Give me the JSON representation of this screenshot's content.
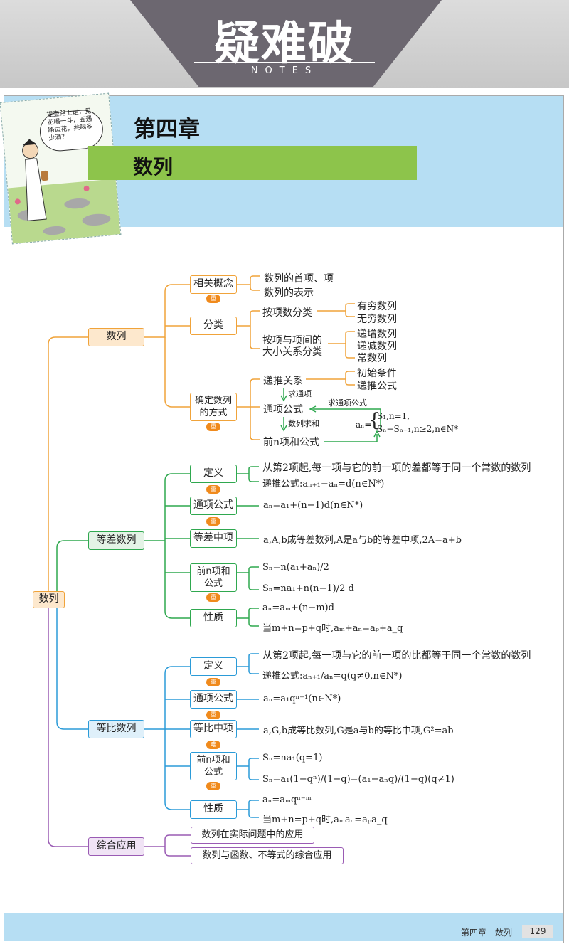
{
  "header": {
    "title": "疑难破",
    "subtitle": "NOTES"
  },
  "chapter": {
    "number": "第四章",
    "title": "数列"
  },
  "cartoon": {
    "speech": "提壶路上走，见花喝一斗，五遇路边花，共喝多少酒？"
  },
  "badges": {
    "important": "重",
    "hard": "难"
  },
  "root": "数列",
  "b1": {
    "label": "数列",
    "c1": {
      "label": "相关概念",
      "i1": "数列的首项、项",
      "i2": "数列的表示"
    },
    "c2": {
      "label": "分类",
      "a": "按项数分类",
      "a1": "有穷数列",
      "a2": "无穷数列",
      "b": "按项与项间的",
      "b_2": "大小关系分类",
      "b1": "递增数列",
      "b2": "递减数列",
      "b3": "常数列"
    },
    "c3": {
      "label1": "确定数列",
      "label2": "的方式",
      "r1": "递推关系",
      "r1a": "初始条件",
      "r1b": "递推公式",
      "arrow1": "求通项",
      "r2": "通项公式",
      "arrow2": "数列求和",
      "back": "求通项公式",
      "r3": "前n项和公式",
      "an": "aₙ=",
      "f1": "S₁,n=1,",
      "f2": "Sₙ−Sₙ₋₁,n≥2,n∈N*"
    }
  },
  "b2": {
    "label": "等差数列",
    "c1": {
      "label": "定义",
      "t1": "从第2项起,每一项与它的前一项的差都等于同一个常数的数列",
      "t2": "递推公式:aₙ₊₁−aₙ=d(n∈N*)"
    },
    "c2": {
      "label": "通项公式",
      "t": "aₙ=a₁+(n−1)d(n∈N*)"
    },
    "c3": {
      "label": "等差中项",
      "t": "a,A,b成等差数列,A是a与b的等差中项,2A=a+b"
    },
    "c4": {
      "label1": "前n项和",
      "label2": "公式",
      "f1": "Sₙ=n(a₁+aₙ)/2",
      "f2": "Sₙ=na₁+n(n−1)/2 d"
    },
    "c5": {
      "label": "性质",
      "t1": "aₙ=aₘ+(n−m)d",
      "t2": "当m+n=p+q时,aₘ+aₙ=aₚ+a_q"
    }
  },
  "b3": {
    "label": "等比数列",
    "c1": {
      "label": "定义",
      "t1": "从第2项起,每一项与它的前一项的比都等于同一个常数的数列",
      "t2": "递推公式:aₙ₊₁/aₙ=q(q≠0,n∈N*)"
    },
    "c2": {
      "label": "通项公式",
      "t": "aₙ=a₁qⁿ⁻¹(n∈N*)"
    },
    "c3": {
      "label": "等比中项",
      "t": "a,G,b成等比数列,G是a与b的等比中项,G²=ab"
    },
    "c4": {
      "label1": "前n项和",
      "label2": "公式",
      "f1": "Sₙ=na₁(q=1)",
      "f2": "Sₙ=a₁(1−qⁿ)/(1−q)=(a₁−aₙq)/(1−q)(q≠1)"
    },
    "c5": {
      "label": "性质",
      "t1": "aₙ=aₘqⁿ⁻ᵐ",
      "t2": "当m+n=p+q时,aₘaₙ=aₚa_q"
    }
  },
  "b4": {
    "label": "综合应用",
    "i1": "数列在实际问题中的应用",
    "i2": "数列与函数、不等式的综合应用"
  },
  "footer": {
    "chapter": "第四章　数列",
    "page": "129"
  }
}
